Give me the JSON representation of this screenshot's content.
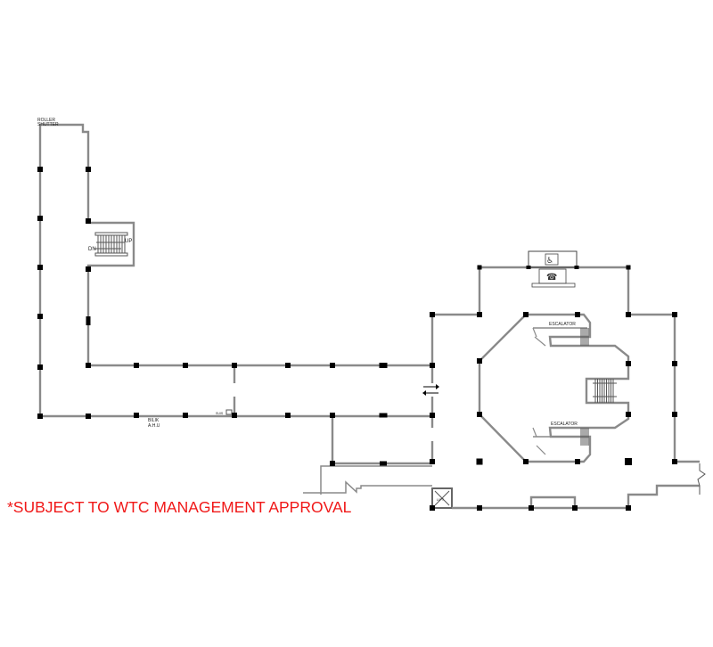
{
  "plan": {
    "labels": {
      "roller_shutter_line1": "ROLLER",
      "roller_shutter_line2": "SHUTTER",
      "stair_up": "UP",
      "stair_down": "DN",
      "ahu_line1": "BILIK",
      "ahu_line2": "A.H.U",
      "escalator_top": "ESCALATOR",
      "escalator_bottom": "ESCALATOR",
      "lift": "LIFT",
      "small_tag": "SUIS"
    },
    "icons": [
      "restroom-icon",
      "telephone-icon",
      "door-arrows-icon",
      "lift-cross-icon"
    ],
    "colors": {
      "walls": "#8a8a8a",
      "columns": "#000000",
      "notice": "#f01818"
    }
  },
  "notice": "*SUBJECT TO WTC MANAGEMENT APPROVAL"
}
